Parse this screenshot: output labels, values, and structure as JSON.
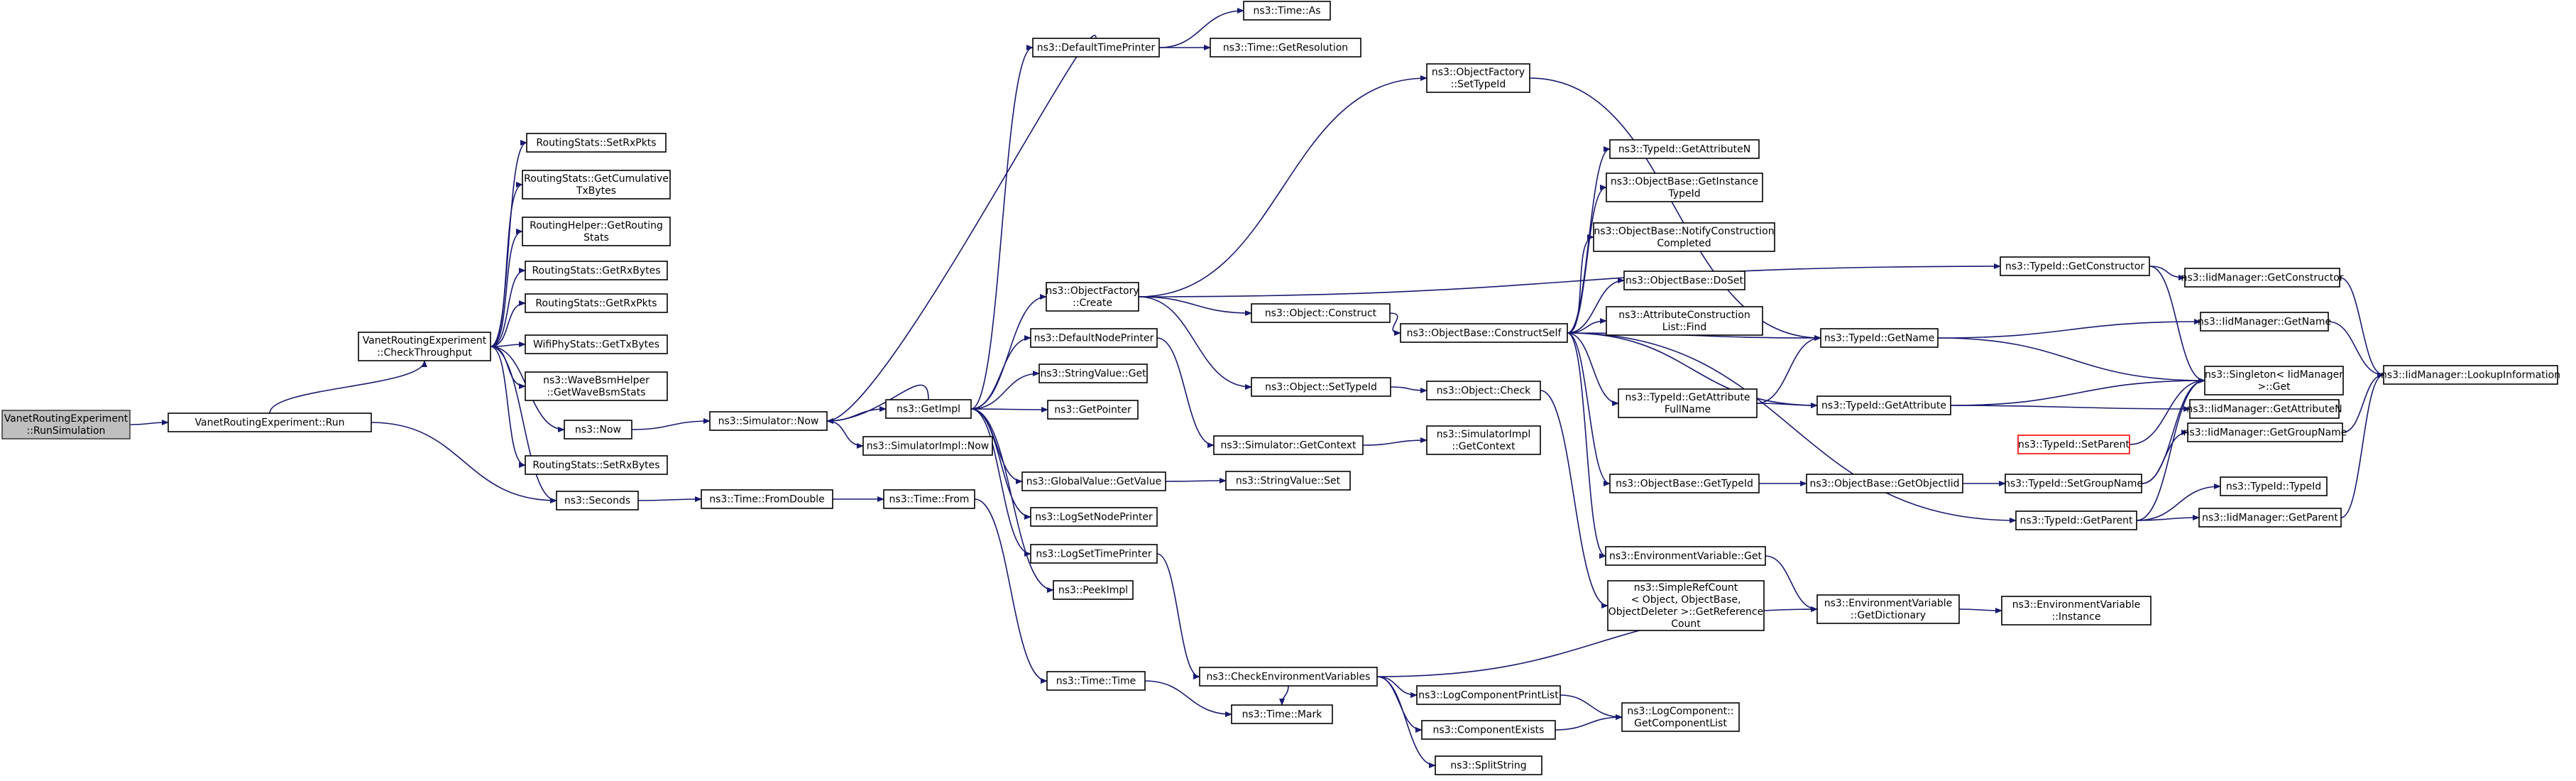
{
  "colors": {
    "edge": "#191970",
    "node_border": "#000000",
    "root_fill": "#bfbfbf",
    "highlight_border": "#ff0000"
  },
  "nodes": [
    {
      "id": "n0",
      "lines": [
        "VanetRoutingExperiment",
        "::RunSimulation"
      ],
      "style": "root"
    },
    {
      "id": "n1",
      "lines": [
        "VanetRoutingExperiment::Run"
      ]
    },
    {
      "id": "n2",
      "lines": [
        "VanetRoutingExperiment",
        "::CheckThroughput"
      ]
    },
    {
      "id": "n3",
      "lines": [
        "RoutingStats::SetRxPkts"
      ]
    },
    {
      "id": "n4",
      "lines": [
        "RoutingStats::GetCumulative",
        "TxBytes"
      ]
    },
    {
      "id": "n5",
      "lines": [
        "RoutingHelper::GetRouting",
        "Stats"
      ]
    },
    {
      "id": "n6",
      "lines": [
        "RoutingStats::GetRxBytes"
      ]
    },
    {
      "id": "n7",
      "lines": [
        "RoutingStats::GetRxPkts"
      ]
    },
    {
      "id": "n8",
      "lines": [
        "WifiPhyStats::GetTxBytes"
      ]
    },
    {
      "id": "n9",
      "lines": [
        "ns3::WaveBsmHelper",
        "::GetWaveBsmStats"
      ]
    },
    {
      "id": "n10",
      "lines": [
        "ns3::Now"
      ]
    },
    {
      "id": "n11",
      "lines": [
        "RoutingStats::SetRxBytes"
      ]
    },
    {
      "id": "n12",
      "lines": [
        "ns3::Seconds"
      ]
    },
    {
      "id": "n13",
      "lines": [
        "ns3::Simulator::Now"
      ]
    },
    {
      "id": "n14",
      "lines": [
        "ns3::Time::FromDouble"
      ]
    },
    {
      "id": "n15",
      "lines": [
        "ns3::GetImpl"
      ]
    },
    {
      "id": "n16",
      "lines": [
        "ns3::SimulatorImpl::Now"
      ]
    },
    {
      "id": "n17",
      "lines": [
        "ns3::Time::From"
      ]
    },
    {
      "id": "n18",
      "lines": [
        "ns3::Time::Time"
      ]
    },
    {
      "id": "n19",
      "lines": [
        "ns3::DefaultTimePrinter"
      ]
    },
    {
      "id": "n20",
      "lines": [
        "ns3::Time::As"
      ]
    },
    {
      "id": "n21",
      "lines": [
        "ns3::Time::GetResolution"
      ]
    },
    {
      "id": "n22",
      "lines": [
        "ns3::ObjectFactory",
        "::Create"
      ]
    },
    {
      "id": "n23",
      "lines": [
        "ns3::DefaultNodePrinter"
      ]
    },
    {
      "id": "n24",
      "lines": [
        "ns3::StringValue::Get"
      ]
    },
    {
      "id": "n25",
      "lines": [
        "ns3::GetPointer"
      ]
    },
    {
      "id": "n26",
      "lines": [
        "ns3::GlobalValue::GetValue"
      ]
    },
    {
      "id": "n27",
      "lines": [
        "ns3::LogSetNodePrinter"
      ]
    },
    {
      "id": "n28",
      "lines": [
        "ns3::LogSetTimePrinter"
      ]
    },
    {
      "id": "n29",
      "lines": [
        "ns3::PeekImpl"
      ]
    },
    {
      "id": "n30",
      "lines": [
        "ns3::ObjectFactory",
        "::SetTypeId"
      ]
    },
    {
      "id": "n31",
      "lines": [
        "ns3::Object::Construct"
      ]
    },
    {
      "id": "n32",
      "lines": [
        "ns3::Object::SetTypeId"
      ]
    },
    {
      "id": "n33",
      "lines": [
        "ns3::Simulator::GetContext"
      ]
    },
    {
      "id": "n34",
      "lines": [
        "ns3::StringValue::Set"
      ]
    },
    {
      "id": "n35",
      "lines": [
        "ns3::ObjectBase::ConstructSelf"
      ]
    },
    {
      "id": "n36",
      "lines": [
        "ns3::Object::Check"
      ]
    },
    {
      "id": "n37",
      "lines": [
        "ns3::SimulatorImpl",
        "::GetContext"
      ]
    },
    {
      "id": "n38",
      "lines": [
        "ns3::CheckEnvironmentVariables"
      ]
    },
    {
      "id": "n39",
      "lines": [
        "ns3::Time::Mark"
      ]
    },
    {
      "id": "n40",
      "lines": [
        "ns3::TypeId::GetAttributeN"
      ]
    },
    {
      "id": "n41",
      "lines": [
        "ns3::ObjectBase::GetInstance",
        "TypeId"
      ]
    },
    {
      "id": "n42",
      "lines": [
        "ns3::ObjectBase::NotifyConstruction",
        "Completed"
      ]
    },
    {
      "id": "n43",
      "lines": [
        "ns3::ObjectBase::DoSet"
      ]
    },
    {
      "id": "n44",
      "lines": [
        "ns3::AttributeConstruction",
        "List::Find"
      ]
    },
    {
      "id": "n45",
      "lines": [
        "ns3::TypeId::GetAttribute",
        "FullName"
      ]
    },
    {
      "id": "n46",
      "lines": [
        "ns3::ObjectBase::GetTypeId"
      ]
    },
    {
      "id": "n47",
      "lines": [
        "ns3::EnvironmentVariable::Get"
      ]
    },
    {
      "id": "n48",
      "lines": [
        "ns3::SimpleRefCount",
        "< Object, ObjectBase,",
        "ObjectDeleter >::GetReference",
        "Count"
      ]
    },
    {
      "id": "n49",
      "lines": [
        "ns3::LogComponentPrintList"
      ]
    },
    {
      "id": "n50",
      "lines": [
        "ns3::ComponentExists"
      ]
    },
    {
      "id": "n51",
      "lines": [
        "ns3::SplitString"
      ]
    },
    {
      "id": "n52",
      "lines": [
        "ns3::TypeId::GetName"
      ]
    },
    {
      "id": "n53",
      "lines": [
        "ns3::TypeId::GetAttribute"
      ]
    },
    {
      "id": "n54",
      "lines": [
        "ns3::ObjectBase::GetObjectIid"
      ]
    },
    {
      "id": "n55",
      "lines": [
        "ns3::EnvironmentVariable",
        "::GetDictionary"
      ]
    },
    {
      "id": "n56",
      "lines": [
        "ns3::TypeId::GetConstructor"
      ]
    },
    {
      "id": "n57",
      "lines": [
        "ns3::TypeId::SetParent"
      ],
      "style": "red"
    },
    {
      "id": "n58",
      "lines": [
        "ns3::TypeId::SetGroupName"
      ]
    },
    {
      "id": "n59",
      "lines": [
        "ns3::TypeId::GetParent"
      ]
    },
    {
      "id": "n60",
      "lines": [
        "ns3::IidManager::GetConstructor"
      ]
    },
    {
      "id": "n61",
      "lines": [
        "ns3::IidManager::GetName"
      ]
    },
    {
      "id": "n62",
      "lines": [
        "ns3::IidManager::GetAttributeN"
      ]
    },
    {
      "id": "n63",
      "lines": [
        "ns3::Singleton< IidManager",
        ">::Get"
      ]
    },
    {
      "id": "n64",
      "lines": [
        "ns3::IidManager::GetGroupName"
      ]
    },
    {
      "id": "n65",
      "lines": [
        "ns3::TypeId::TypeId"
      ]
    },
    {
      "id": "n66",
      "lines": [
        "ns3::IidManager::GetParent"
      ]
    },
    {
      "id": "n67",
      "lines": [
        "ns3::EnvironmentVariable",
        "::Instance"
      ]
    },
    {
      "id": "n68",
      "lines": [
        "ns3::IidManager::LookupInformation"
      ]
    },
    {
      "id": "n69",
      "lines": [
        "ns3::LogComponent::",
        "GetComponentList"
      ]
    }
  ]
}
